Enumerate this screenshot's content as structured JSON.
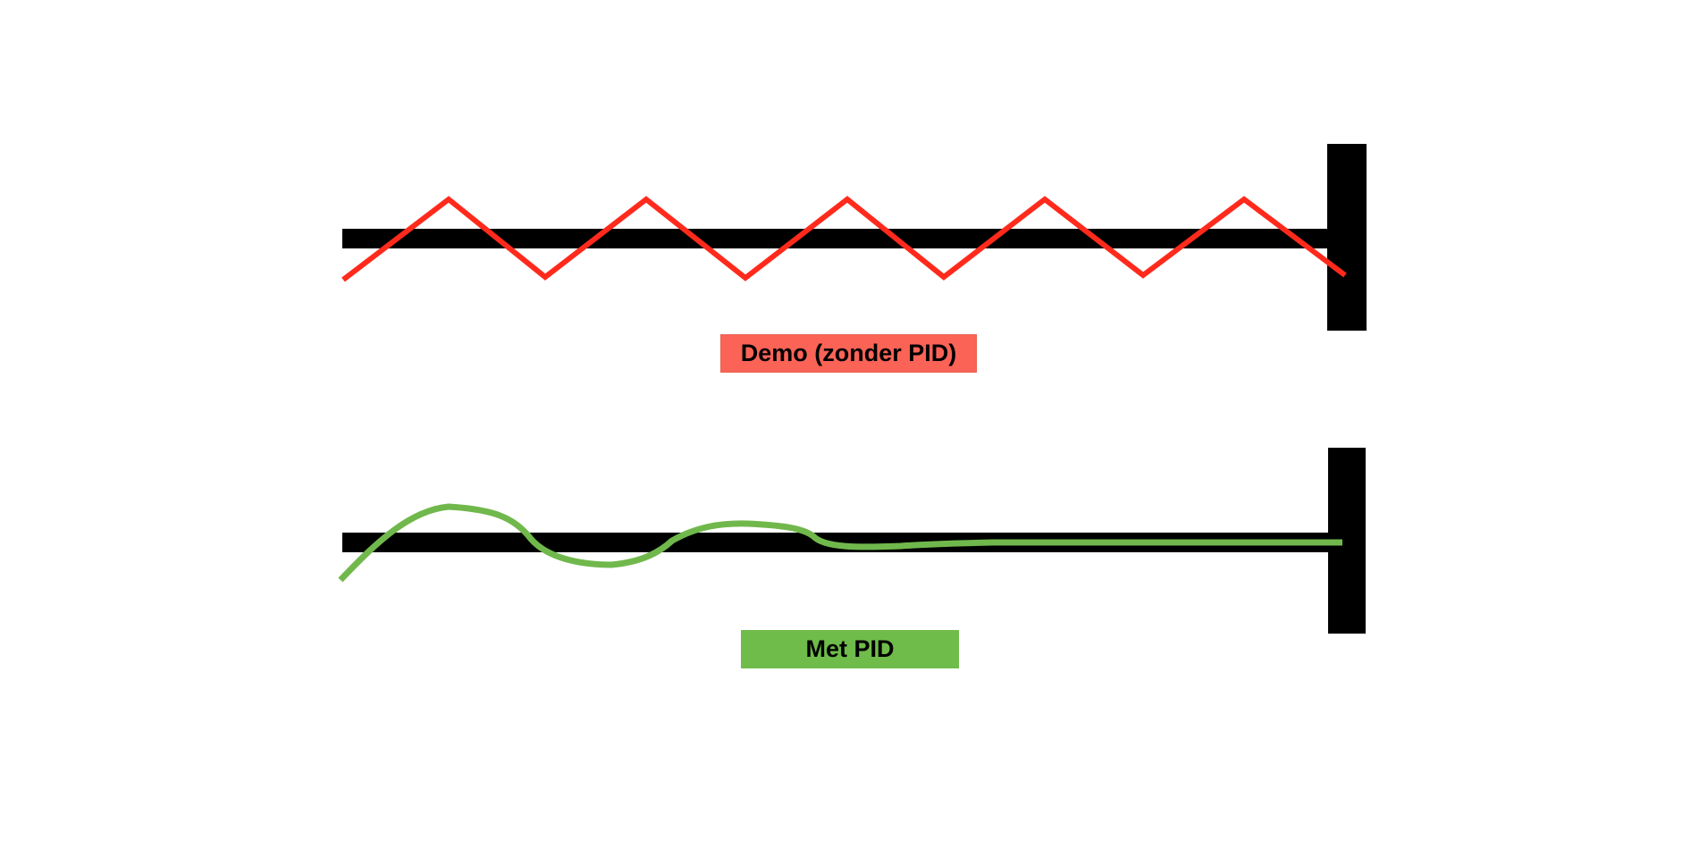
{
  "colors": {
    "background": "#ffffff",
    "structure": "#000000",
    "without_pid": "#ff2a1c",
    "without_pid_label_bg": "#fb6357",
    "with_pid": "#70b84c",
    "with_pid_label_bg": "#6fbc4a"
  },
  "panels": {
    "without_pid": {
      "label": "Demo (zonder PID)",
      "response_shape": "zigzag-oscillation"
    },
    "with_pid": {
      "label": "Met PID",
      "response_shape": "damped-oscillation-settling"
    }
  }
}
